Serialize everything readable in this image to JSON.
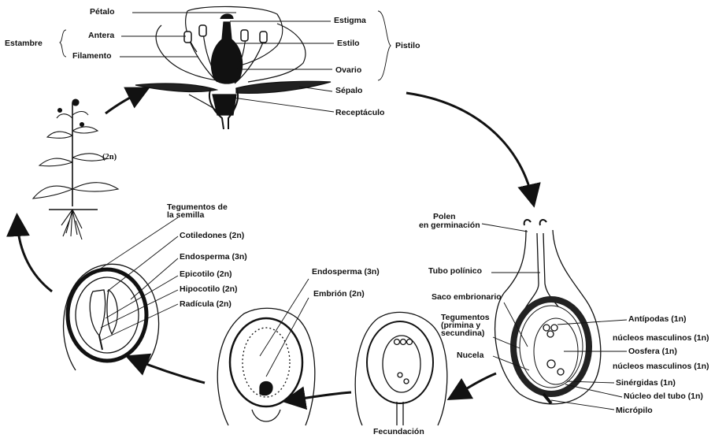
{
  "flower": {
    "petalo": "Pétalo",
    "antera": "Antera",
    "filamento": "Filamento",
    "estambre": "Estambre",
    "estigma": "Estigma",
    "estilo": "Estilo",
    "ovario": "Ovario",
    "pistilo": "Pistilo",
    "sepalo": "Sépalo",
    "receptaculo": "Receptáculo"
  },
  "plant": {
    "ploidy": "(2n)"
  },
  "ovule": {
    "polen": [
      "Polen",
      "en germinación"
    ],
    "tubo_polinico": "Tubo polínico",
    "saco": "Saco embrionario",
    "tegumentos": [
      "Tegumentos",
      "(primina y",
      "secundina)"
    ],
    "nucela": "Nucela",
    "antipodas": "Antípodas (1n)",
    "nucleos1": "núcleos masculinos (1n)",
    "oosfera": "Oosfera (1n)",
    "nucleos2": "núcleos masculinos (1n)",
    "sinergidas": "Sinérgidas (1n)",
    "nucleo_tubo": "Núcleo del tubo (1n)",
    "micropilo": "Micrópilo"
  },
  "fertilized": {
    "fecundacion": "Fecundación"
  },
  "developing": {
    "endosperma": "Endosperma (3n)",
    "embrion": "Embrión (2n)"
  },
  "seed": {
    "tegumentos": [
      "Tegumentos de",
      "la semilla"
    ],
    "cotiledones": "Cotiledones (2n)",
    "endosperma": "Endosperma (3n)",
    "epicotilo": "Epicotilo (2n)",
    "hipocotilo": "Hipocotilo (2n)",
    "radicula": "Radícula (2n)"
  }
}
